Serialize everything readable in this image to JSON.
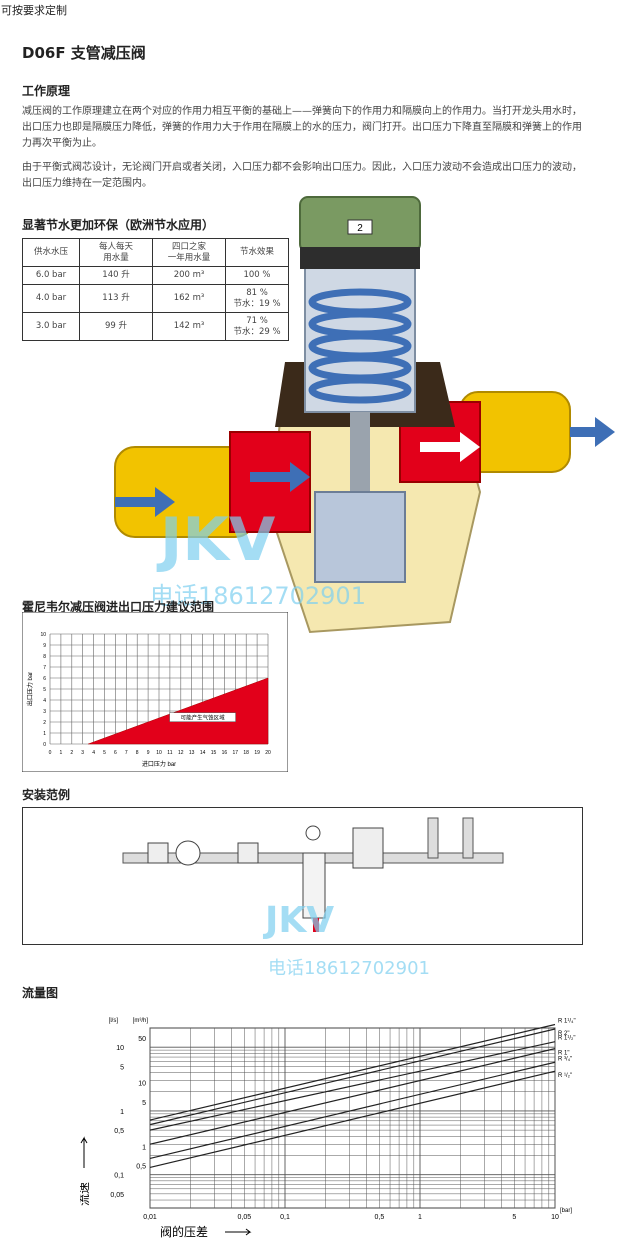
{
  "top_note": "可按要求定制",
  "title": "D06F 支管减压阀",
  "section_principle": "工作原理",
  "para1": "减压阀的工作原理建立在两个对应的作用力相互平衡的基础上——弹簧向下的作用力和隔膜向上的作用力。当打开龙头用水时，出口压力也即是隔膜压力降低，弹簧的作用力大于作用在隔膜上的水的压力，阀门打开。出口压力下降直至隔膜和弹簧上的作用力再次平衡为止。",
  "para2": "由于平衡式阀芯设计，无论阀门开启或者关闭，入口压力都不会影响出口压力。因此，入口压力波动不会造成出口压力的波动，出口压力维持在一定范围内。",
  "section_savings": "显著节水更加环保（欧洲节水应用）",
  "savings_table": {
    "headers": [
      "供水水压",
      "每人每天\n用水量",
      "四口之家\n一年用水量",
      "节水效果"
    ],
    "rows": [
      [
        "6.0 bar",
        "140 升",
        "200 m³",
        "100 %"
      ],
      [
        "4.0 bar",
        "113 升",
        "162 m³",
        "81 %\n节水：19 %"
      ],
      [
        "3.0 bar",
        "99 升",
        "142 m³",
        "71 %\n节水：29 %"
      ]
    ]
  },
  "watermark_logo": "JKV",
  "watermark_phone": "电话18612702901",
  "valve_knob_number": "2",
  "section_range": "霍尼韦尔减压阀进出口压力建议范围",
  "section_install": "安装范例",
  "section_flow": "流量图",
  "colors": {
    "red": "#e2001a",
    "blue": "#3e6fb6",
    "yellow": "#f2c300",
    "green": "#7a9a62",
    "grid": "#555555"
  },
  "chart_data": [
    {
      "type": "area",
      "xlabel": "进口压力 bar",
      "ylabel": "出口压力 bar",
      "xlim": [
        0,
        20
      ],
      "ylim": [
        0,
        10
      ],
      "x_ticks": [
        0,
        1,
        2,
        3,
        4,
        5,
        6,
        7,
        8,
        9,
        10,
        11,
        12,
        13,
        14,
        15,
        16,
        17,
        18,
        19,
        20
      ],
      "y_ticks": [
        0,
        1,
        2,
        3,
        4,
        5,
        6,
        7,
        8,
        9,
        10
      ],
      "region_polygon": [
        [
          3.5,
          0
        ],
        [
          20,
          0
        ],
        [
          20,
          6
        ]
      ],
      "region_label": "可能产生气蚀区域",
      "grid": true
    },
    {
      "type": "line",
      "scale": "log-log",
      "xlabel": "阀的压差",
      "ylabel": "流速",
      "x_unit": "[bar]",
      "y_unit_left": "[l/s]",
      "y_unit_right": "[m³/h]",
      "x_ticks": [
        "0,01",
        "0,05",
        "0,1",
        "0,5",
        "1",
        "5",
        "10"
      ],
      "x_tick_values": [
        0.01,
        0.05,
        0.1,
        0.5,
        1,
        5,
        10
      ],
      "y_left_ticks": [
        "10",
        "5",
        "1",
        "0,5",
        "0,1",
        "0,05"
      ],
      "y_left_values": [
        10,
        5,
        1,
        0.5,
        0.1,
        0.05
      ],
      "y_right_ticks": [
        "50",
        "10",
        "5",
        "1",
        "0,5"
      ],
      "y_right_values": [
        50,
        10,
        5,
        1,
        0.5
      ],
      "xlim": [
        0.01,
        10
      ],
      "ylim_ls": [
        0.03,
        20
      ],
      "series": [
        {
          "name": "R 1¹/₄\"",
          "x": [
            0.01,
            10
          ],
          "y": [
            0.72,
            22.7
          ]
        },
        {
          "name": "R 2\"",
          "x": [
            0.01,
            10
          ],
          "y": [
            0.61,
            19.3
          ]
        },
        {
          "name": "R 1¹/₂\"",
          "x": [
            0.01,
            10
          ],
          "y": [
            0.5,
            12.2
          ]
        },
        {
          "name": "R 1\"",
          "x": [
            0.01,
            10
          ],
          "y": [
            0.3,
            9.5
          ]
        },
        {
          "name": "R ³/₄\"",
          "x": [
            0.01,
            10
          ],
          "y": [
            0.18,
            5.8
          ]
        },
        {
          "name": "R ¹/₂\"",
          "x": [
            0.01,
            10
          ],
          "y": [
            0.13,
            4.2
          ]
        }
      ],
      "grid": true
    }
  ]
}
